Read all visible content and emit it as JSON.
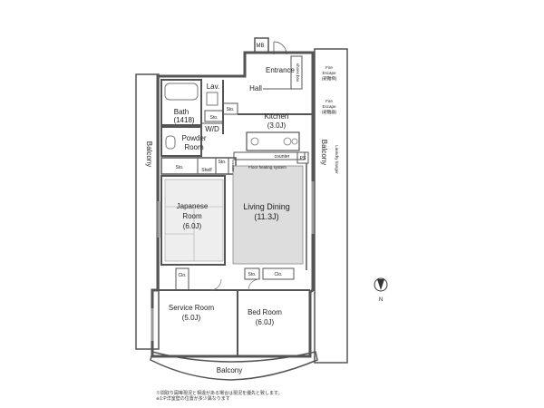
{
  "rooms": {
    "mb": "MB",
    "entrance": "Entrance",
    "shoes_box": "shoes box",
    "hall": "Hall",
    "lav": "Lav.",
    "bath_name": "Bath",
    "bath_size": "(1418)",
    "sto_bath": "Sto.",
    "sto_hall": "Sto.",
    "wd": "W/D",
    "kitchen_name": "Kitchen",
    "kitchen_size": "(3.0J)",
    "powder_line1": "Powder",
    "powder_line2": "Room",
    "sto_shelf": "Sto.",
    "shelf": "Shelf",
    "sto_small": "Sto.",
    "counter_vertical": "counter",
    "counter": "counter",
    "ps": "PS",
    "floor_heating": "Floor heating system",
    "japanese_line1": "Japanese",
    "japanese_line2": "Room",
    "japanese_size": "(6.0J)",
    "living_name": "Living Dining",
    "living_size": "(11.3J)",
    "clo_service": "Clo.",
    "sto_bed": "Sto.",
    "clo_bed": "Clo.",
    "service_name": "Service Room",
    "service_size": "(5.0J)",
    "bed_name": "Bed Room",
    "bed_size": "(6.0J)",
    "balcony_left": "Balcony",
    "balcony_right": "Balcony",
    "balcony_bottom": "Balcony",
    "laundry_hanger": "Laundry hanger",
    "fire_escape_1_line1": "Fire",
    "fire_escape_1_line2": "Escape",
    "fire_escape_1_line3": "(避難梯)",
    "fire_escape_2_line1": "Fire",
    "fire_escape_2_line2": "Escape",
    "fire_escape_2_line3": "(避難器)"
  },
  "compass": {
    "north": "N"
  },
  "notes": {
    "line1": "※間取り図等現況と相違がある場合は現況を優先と致します。",
    "line2": "※1:P洋室壁の位置が多少異なります"
  },
  "colors": {
    "wall": "#555555",
    "line": "#333333",
    "living_floor": "#dddddd",
    "tatami": "#eeeeee"
  }
}
